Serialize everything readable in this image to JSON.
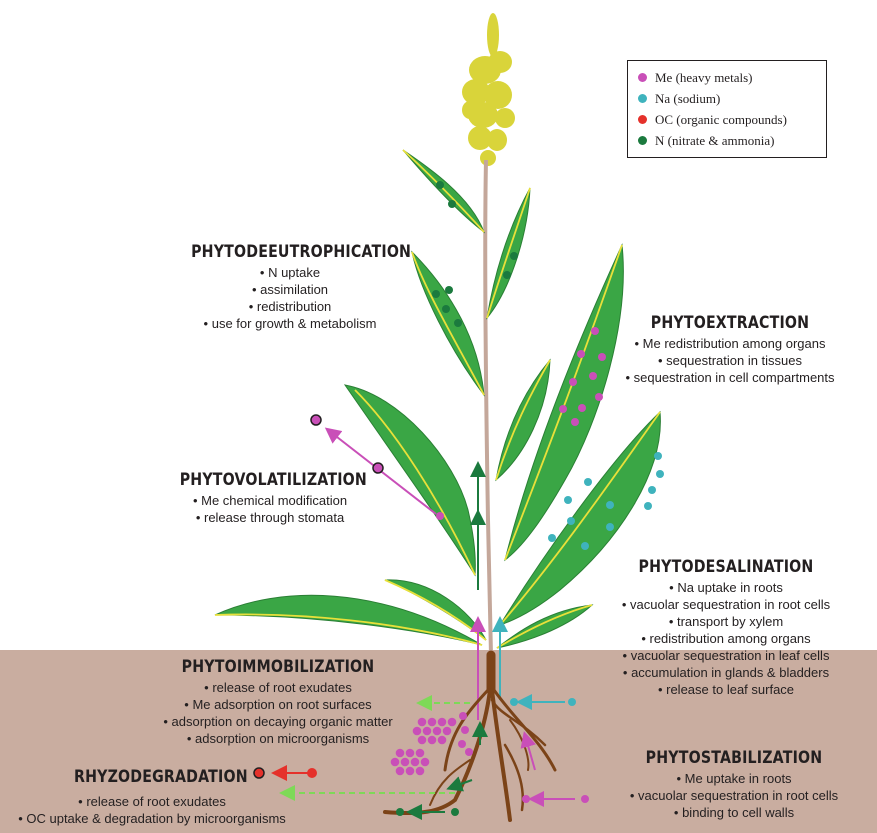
{
  "legend": [
    {
      "label": "Me (heavy metals)",
      "color": "#c94fb8"
    },
    {
      "label": "Na (sodium)",
      "color": "#3fb3bd"
    },
    {
      "label": "OC (organic compounds)",
      "color": "#e5312b"
    },
    {
      "label": "N (nitrate & ammonia)",
      "color": "#1b7a3e"
    }
  ],
  "colors": {
    "soil": "#c9ada0",
    "leaf": "#3aa645",
    "vein": "#e8e03a",
    "root": "#7b4318",
    "flower": "#d9d43a",
    "stem": "#c4a79a"
  },
  "processes": {
    "phytodeeutrophication": {
      "title": "PHYTODEEUTROPHICATION",
      "items": [
        "N uptake",
        "assimilation",
        "redistribution",
        "use for growth & metabolism"
      ]
    },
    "phytoextraction": {
      "title": "PHYTOEXTRACTION",
      "items": [
        "Me redistribution among organs",
        "sequestration in tissues",
        "sequestration in cell compartments"
      ]
    },
    "phytovolatilization": {
      "title": "PHYTOVOLATILIZATION",
      "items": [
        "Me chemical modification",
        "release through stomata"
      ]
    },
    "phytodesalination": {
      "title": "PHYTODESALINATION",
      "items": [
        "Na uptake in roots",
        "vacuolar sequestration in root cells",
        "transport by xylem",
        "redistribution among organs",
        "vacuolar sequestration in leaf cells",
        "accumulation in glands & bladders",
        "release to leaf surface"
      ]
    },
    "phytoimmobilization": {
      "title": "PHYTOIMMOBILIZATION",
      "items": [
        "release of root exudates",
        "Me adsorption on root surfaces",
        "adsorption on decaying organic matter",
        "adsorption on microorganisms"
      ]
    },
    "rhyzodegradation": {
      "title": "RHYZODEGRADATION",
      "items": [
        "release of root exudates",
        "OC uptake & degradation by microorganisms"
      ]
    },
    "phytostabilization": {
      "title": "PHYTOSTABILIZATION",
      "items": [
        "Me uptake in roots",
        "vacuolar sequestration in root cells",
        "binding to cell walls"
      ]
    }
  }
}
